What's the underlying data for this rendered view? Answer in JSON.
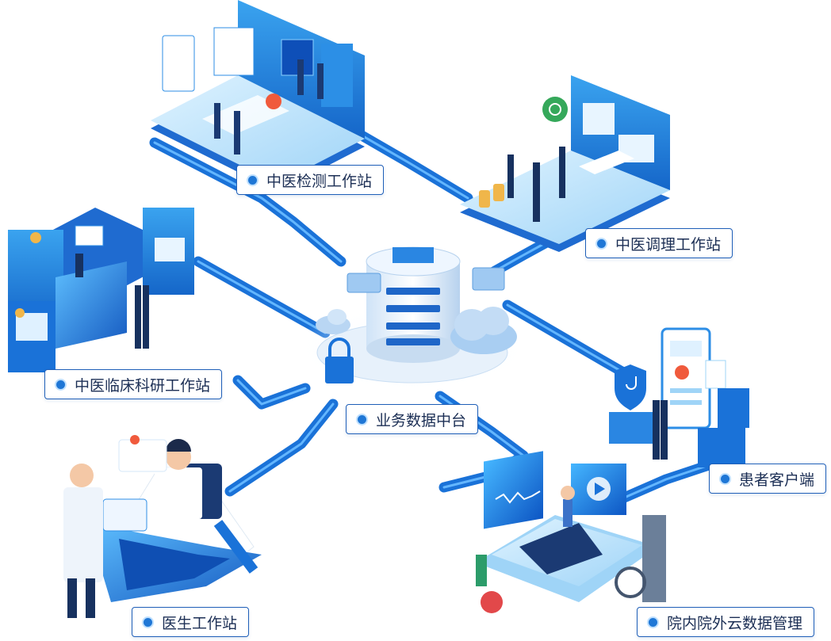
{
  "nodes": [
    {
      "id": "detect",
      "label": "中医检测工作站"
    },
    {
      "id": "care",
      "label": "中医调理工作站"
    },
    {
      "id": "research",
      "label": "中医临床科研工作站"
    },
    {
      "id": "center",
      "label": "业务数据中台"
    },
    {
      "id": "patient",
      "label": "患者客户端"
    },
    {
      "id": "doctor",
      "label": "医生工作站"
    },
    {
      "id": "cloud",
      "label": "院内院外云数据管理"
    }
  ],
  "edges": [
    {
      "from": "center",
      "to": "detect"
    },
    {
      "from": "center",
      "to": "care"
    },
    {
      "from": "center",
      "to": "research"
    },
    {
      "from": "center",
      "to": "patient"
    },
    {
      "from": "center",
      "to": "doctor"
    },
    {
      "from": "center",
      "to": "cloud"
    }
  ],
  "colors": {
    "pipe": "#1a72d8",
    "pipe_light": "#63b6ff",
    "platform": "#2a86e2",
    "label_border": "#1f5fb8",
    "label_text": "#1c2f55"
  },
  "icons": [
    "server-icon",
    "cloud-icon",
    "chat-icon",
    "shield-icon",
    "stethoscope-icon",
    "tablet-icon",
    "heart-icon",
    "play-icon"
  ]
}
